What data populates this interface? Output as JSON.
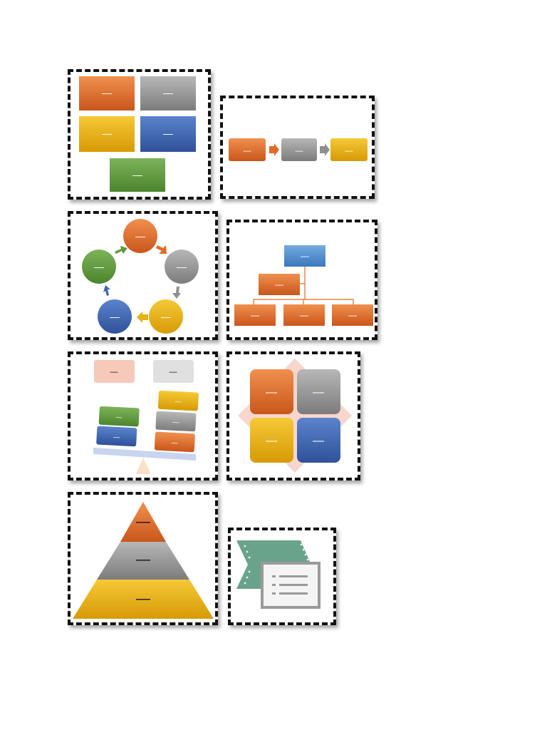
{
  "placeholder": "—",
  "colors": {
    "orange": "#e06b26",
    "gray": "#8f8f8f",
    "gold": "#e8b010",
    "blue": "#3b63ad",
    "green": "#5e9a3c",
    "light_blue": "#4f8fd1",
    "teal": "#6aa38c",
    "peach": "#f6c9bb",
    "pale_blue": "#c9d4ef"
  },
  "icons": {
    "list_picture": "list-picture-icon"
  },
  "panels": [
    {
      "name": "block-list-layout",
      "icon": "block-list-icon"
    },
    {
      "name": "basic-process-layout",
      "icon": "process-arrows-icon"
    },
    {
      "name": "basic-cycle-layout",
      "icon": "cycle-icon"
    },
    {
      "name": "hierarchy-layout",
      "icon": "org-chart-icon"
    },
    {
      "name": "balance-layout",
      "icon": "balance-scale-icon"
    },
    {
      "name": "matrix-layout",
      "icon": "matrix-icon"
    },
    {
      "name": "pyramid-layout",
      "icon": "pyramid-icon"
    },
    {
      "name": "picture-layout",
      "icon": "list-picture-icon"
    }
  ]
}
